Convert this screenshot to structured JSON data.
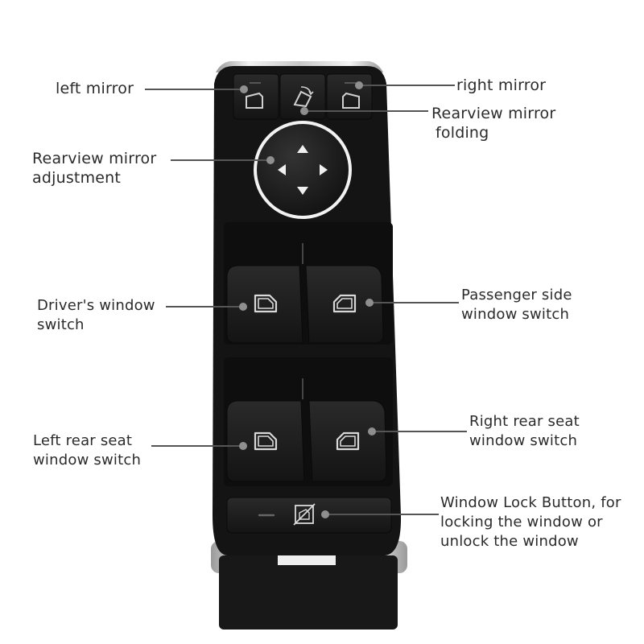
{
  "labels": {
    "left_mirror": "left mirror",
    "right_mirror": "right mirror",
    "mirror_folding": [
      "Rearview mirror",
      "folding"
    ],
    "mirror_adjustment": [
      "Rearview mirror",
      "adjustment"
    ],
    "driver_window": [
      "Driver's window",
      "switch"
    ],
    "passenger_window": [
      "Passenger side",
      "window switch"
    ],
    "left_rear_window": [
      "Left rear seat",
      "window switch"
    ],
    "right_rear_window": [
      "Right rear seat",
      "window switch"
    ],
    "window_lock": [
      "Window Lock Button, for",
      "locking the window or",
      "unlock the window"
    ]
  },
  "icons": {
    "left_mirror": "left-mirror-icon",
    "fold": "mirror-fold-icon",
    "right_mirror": "right-mirror-icon",
    "arrows": "direction-arrow-icon",
    "window": "window-switch-icon",
    "lock": "window-lock-icon"
  },
  "colors": {
    "panel": "#141414",
    "button": "#1c1c1c",
    "chrome": "#d6d6d6",
    "leader": "#555555",
    "dot": "#8f8f8f",
    "text": "#2b2b2b"
  }
}
